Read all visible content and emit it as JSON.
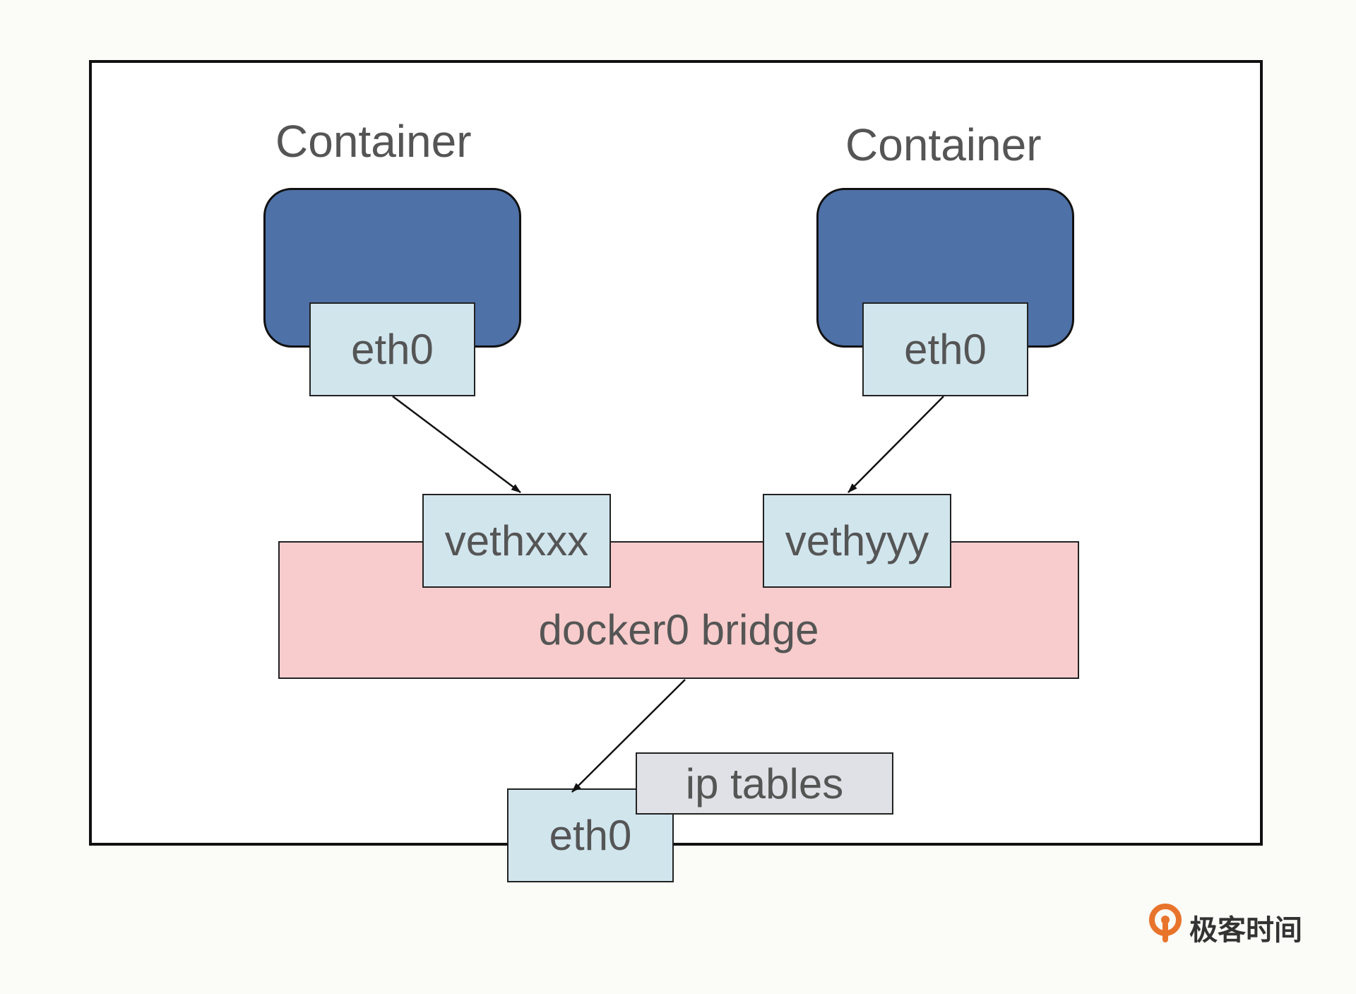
{
  "containers": [
    {
      "title": "Container",
      "iface": "eth0"
    },
    {
      "title": "Container",
      "iface": "eth0"
    }
  ],
  "bridge": {
    "label": "docker0 bridge",
    "veths": [
      "vethxxx",
      "vethyyy"
    ]
  },
  "host": {
    "iface": "eth0",
    "iptables": "ip tables"
  },
  "brand": {
    "name": "极客时间",
    "icon": "geektime-logo-icon",
    "color": "#e8742c"
  },
  "colors": {
    "container": "#4e71a7",
    "iface": "#d1e5ed",
    "bridge": "#f8cccc",
    "iptables": "#dfe1e6"
  }
}
